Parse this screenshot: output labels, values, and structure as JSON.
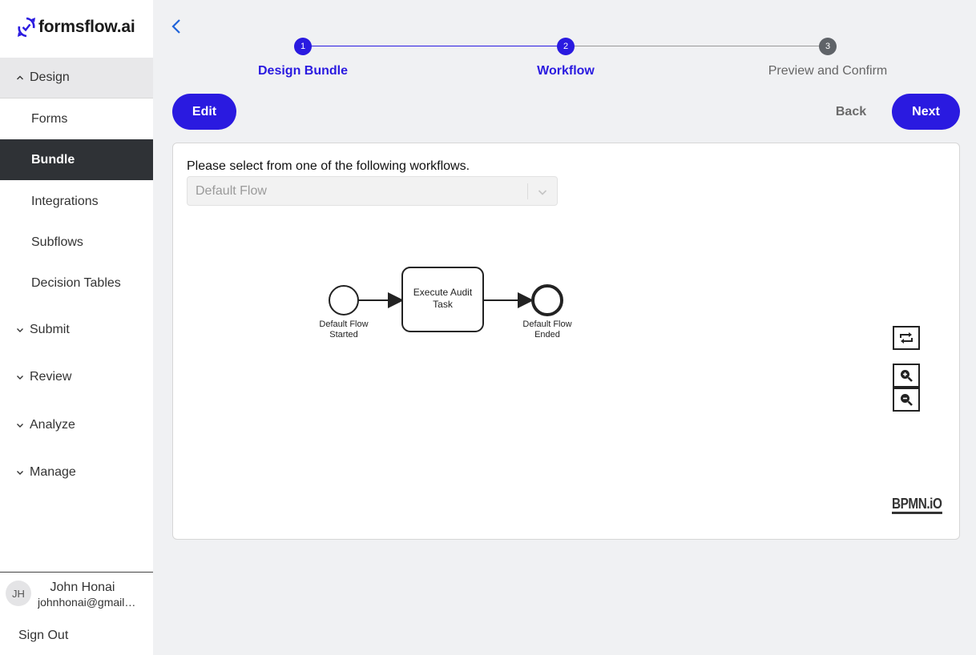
{
  "app": {
    "logo_text": "formsflow.ai"
  },
  "sidebar": {
    "sections": [
      {
        "label": "Design",
        "expanded": true
      },
      {
        "label": "Submit",
        "expanded": false
      },
      {
        "label": "Review",
        "expanded": false
      },
      {
        "label": "Analyze",
        "expanded": false
      },
      {
        "label": "Manage",
        "expanded": false
      }
    ],
    "design_items": [
      {
        "label": "Forms"
      },
      {
        "label": "Bundle",
        "active": true
      },
      {
        "label": "Integrations"
      },
      {
        "label": "Subflows"
      },
      {
        "label": "Decision Tables"
      }
    ],
    "user": {
      "initials": "JH",
      "name": "John Honai",
      "email": "johnhonai@gmail.com"
    },
    "sign_out": "Sign Out"
  },
  "stepper": {
    "steps": [
      {
        "number": "1",
        "label": "Design Bundle",
        "state": "done"
      },
      {
        "number": "2",
        "label": "Workflow",
        "state": "current"
      },
      {
        "number": "3",
        "label": "Preview and Confirm",
        "state": "todo"
      }
    ]
  },
  "actions": {
    "edit": "Edit",
    "back": "Back",
    "next": "Next"
  },
  "workflow": {
    "prompt": "Please select from one of the following workflows.",
    "selected": "Default Flow",
    "diagram": {
      "start_event": "Default Flow Started",
      "task": "Execute Audit Task",
      "end_event": "Default Flow Ended"
    },
    "watermark": "BPMN.iO"
  },
  "colors": {
    "primary": "#2a1ae0",
    "sidebar_active": "#2f3236",
    "step_todo": "#5f6368"
  }
}
